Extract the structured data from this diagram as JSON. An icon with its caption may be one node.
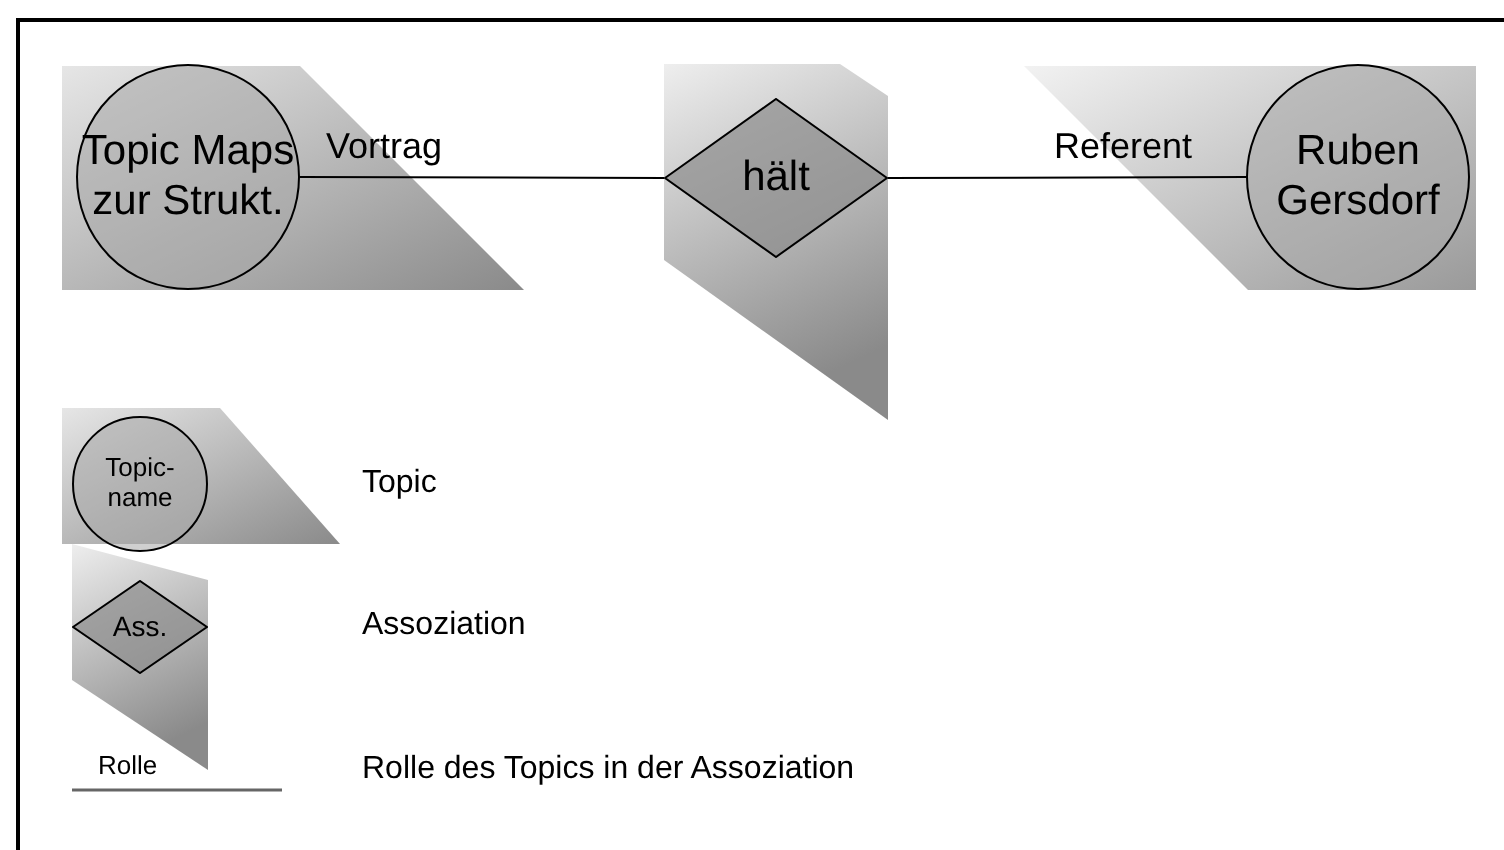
{
  "diagram": {
    "nodes": [
      {
        "text": [
          "Topic Maps zur Strukt."
        ]
      },
      {
        "text": [
          "hält"
        ]
      },
      {
        "text": [
          "Ruben Gersdorf"
        ]
      },
      {
        "text": [
          "Topic- name"
        ]
      },
      {
        "text": [
          "Ass."
        ]
      }
    ],
    "edges": [
      {
        "from": 0,
        "to": 1,
        "arrow": "none",
        "label": "Vortrag"
      },
      {
        "from": 1,
        "to": 2,
        "arrow": "none",
        "label": "Referent"
      }
    ],
    "labels": [
      "Topic",
      "Assoziation",
      "Rolle",
      "Rolle des Topics in der Assoziation"
    ]
  }
}
